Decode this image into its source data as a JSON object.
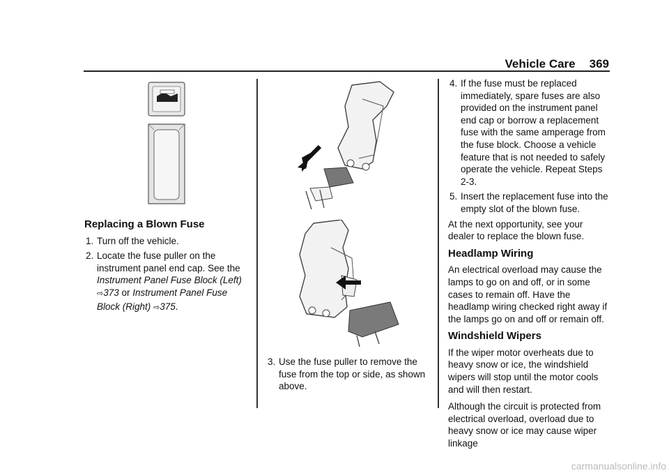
{
  "header": {
    "section": "Vehicle Care",
    "page": "369"
  },
  "col1": {
    "title": "Replacing a Blown Fuse",
    "step1_num": "1.",
    "step1": "Turn off the vehicle.",
    "step2_num": "2.",
    "step2_a": "Locate the fuse puller on the instrument panel end cap. See the ",
    "step2_link1": "Instrument Panel Fuse Block (Left)",
    "step2_ref1": "373",
    "step2_or": " or ",
    "step2_link2": "Instrument Panel Fuse Block (Right)",
    "step2_ref2": "375",
    "step2_end": "."
  },
  "col2": {
    "step3_num": "3.",
    "step3": "Use the fuse puller to remove the fuse from the top or side, as shown above."
  },
  "col3": {
    "step4_num": "4.",
    "step4": "If the fuse must be replaced immediately, spare fuses are also provided on the instrument panel end cap or borrow a replacement fuse with the same amperage from the fuse block. Choose a vehicle feature that is not needed to safely operate the vehicle. Repeat Steps 2-3.",
    "step5_num": "5.",
    "step5": "Insert the replacement fuse into the empty slot of the blown fuse.",
    "para1": "At the next opportunity, see your dealer to replace the blown fuse.",
    "h_headlamp": "Headlamp Wiring",
    "para_headlamp": "An electrical overload may cause the lamps to go on and off, or in some cases to remain off. Have the headlamp wiring checked right away if the lamps go on and off or remain off.",
    "h_wipers": "Windshield Wipers",
    "para_wipers1": "If the wiper motor overheats due to heavy snow or ice, the windshield wipers will stop until the motor cools and will then restart.",
    "para_wipers2": "Although the circuit is protected from electrical overload, overload due to heavy snow or ice may cause wiper linkage"
  },
  "watermark": "carmanualsonline.info"
}
